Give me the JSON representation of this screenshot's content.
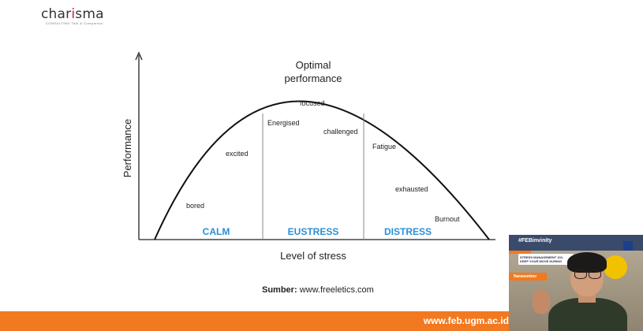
{
  "logo": {
    "name_before": "char",
    "name_highlight": "i",
    "name_after": "sma",
    "tagline": "CONSULTING Talk & Companion"
  },
  "diagram": {
    "y_axis_label": "Performance",
    "x_axis_label": "Level of stress",
    "peak_label_line1": "Optimal",
    "peak_label_line2": "performance",
    "curve_labels": {
      "bored": "bored",
      "excited": "excited",
      "energised": "Energised",
      "focused": "focused",
      "challenged": "challenged",
      "fatigue": "Fatigue",
      "exhausted": "exhausted",
      "burnout": "Burnout"
    },
    "zones": {
      "calm": "CALM",
      "eustress": "EUSTRESS",
      "distress": "DISTRESS"
    },
    "zone_color": "#2a8fd6"
  },
  "source": {
    "label": "Sumber:",
    "text": "www.freeletics.com"
  },
  "footer": {
    "url": "www.feb.ugm.ac.id",
    "color": "#f27920"
  },
  "webcam": {
    "hashtag": "#FEBinvinity",
    "title_line1": "STRESS MANAGEMENT 101:",
    "title_line2": "KEEP YOUR MOVE DURING",
    "role": "Narasumber"
  }
}
